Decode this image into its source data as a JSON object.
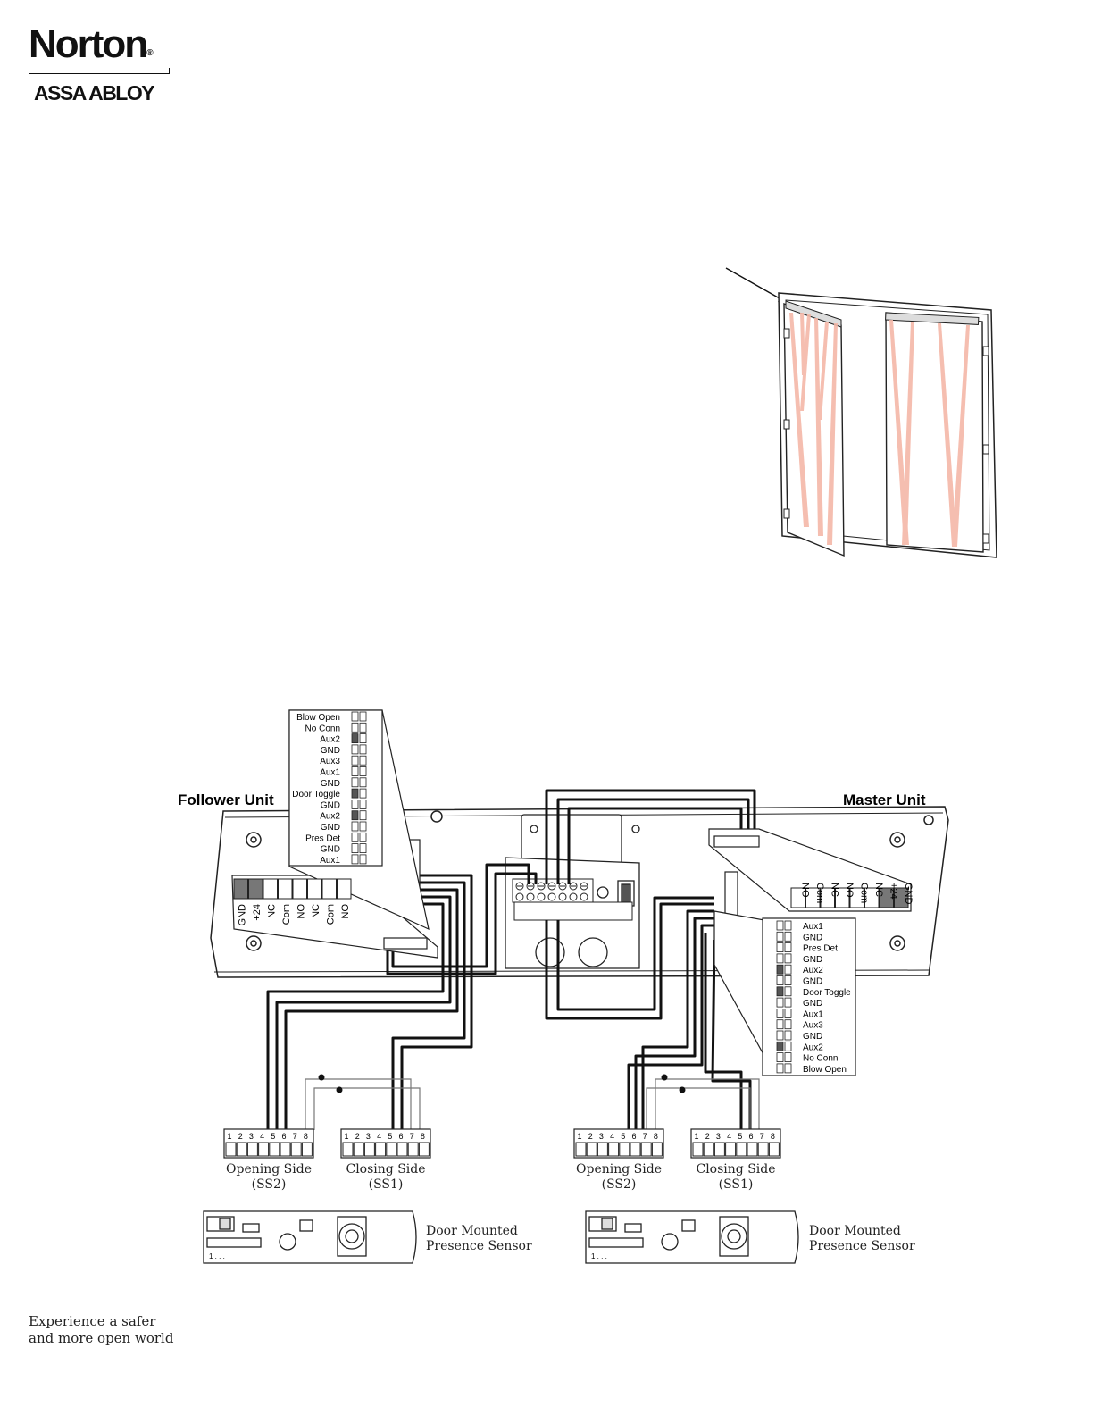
{
  "logo": {
    "brand": "Norton",
    "registered": "®",
    "parent": "ASSA ABLOY"
  },
  "footer": {
    "line1": "Experience a safer",
    "line2": "and more open world"
  },
  "labels": {
    "follower_unit": "Follower Unit",
    "master_unit": "Master Unit",
    "left_pins": [
      "Blow Open",
      "No Conn",
      "Aux2",
      "GND",
      "Aux3",
      "Aux1",
      "GND",
      "Door Toggle",
      "GND",
      "Aux2",
      "GND",
      "Pres Det",
      "GND",
      "Aux1"
    ],
    "right_pins": [
      "Aux1",
      "GND",
      "Pres Det",
      "GND",
      "Aux2",
      "GND",
      "Door Toggle",
      "GND",
      "Aux1",
      "Aux3",
      "GND",
      "Aux2",
      "No Conn",
      "Blow Open"
    ],
    "relay_terminals": [
      "GND",
      "+24",
      "NC",
      "Com",
      "NO",
      "NC",
      "Com",
      "NO"
    ],
    "connector_numbers": [
      "1",
      "2",
      "3",
      "4",
      "5",
      "6",
      "7",
      "8"
    ],
    "opening_side": "Opening Side",
    "opening_code": "(SS2)",
    "closing_side": "Closing Side",
    "closing_code": "(SS1)",
    "sensor_line1": "Door Mounted",
    "sensor_line2": "Presence Sensor",
    "sensor_pin_hint": "1 . . ."
  },
  "colors": {
    "beam": "#f4b8a8",
    "wire": "#111111",
    "housing_fill": "#ffffff"
  }
}
